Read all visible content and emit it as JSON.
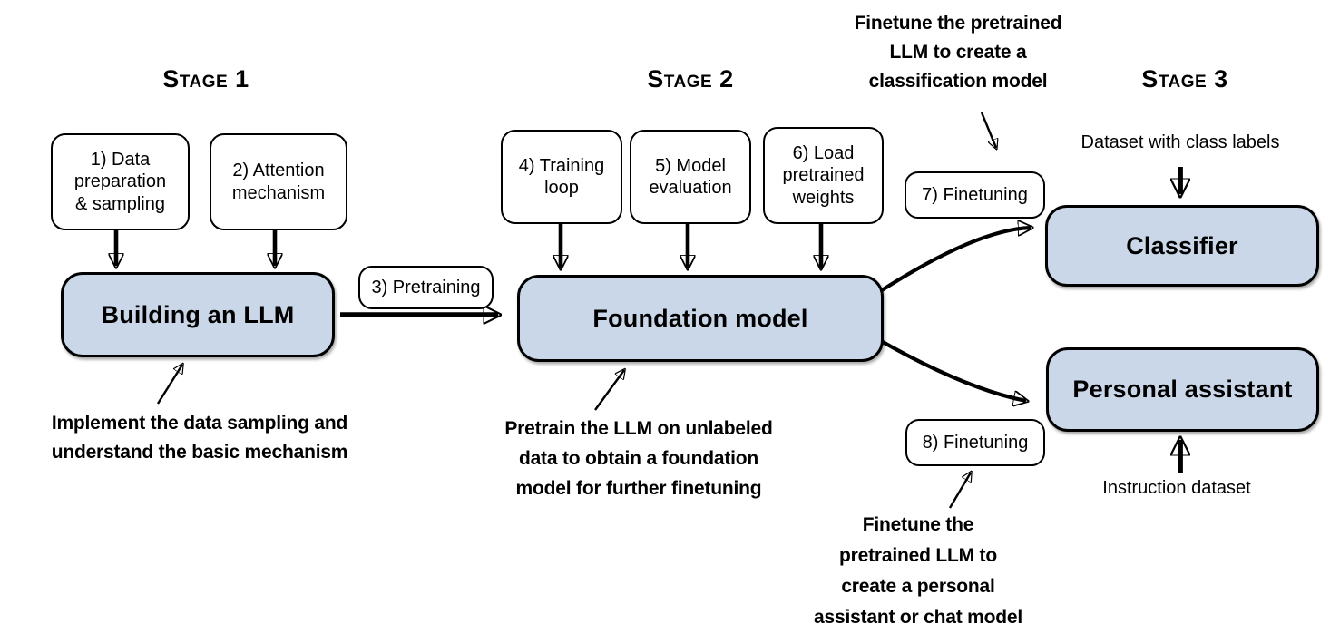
{
  "stage1": {
    "title": "Stage 1",
    "box_data_prep": "1) Data\npreparation\n& sampling",
    "box_attention": "2) Attention\nmechanism",
    "box_building": "Building an LLM",
    "annotation": "Implement the data sampling and\nunderstand the basic mechanism"
  },
  "stage2": {
    "title": "Stage 2",
    "pill_pretraining": "3) Pretraining",
    "box_training_loop": "4) Training\nloop",
    "box_model_eval": "5) Model\nevaluation",
    "box_load_weights": "6) Load\npretrained\nweights",
    "box_foundation": "Foundation model",
    "annotation": "Pretrain the LLM on unlabeled\ndata to obtain a foundation\nmodel for further finetuning"
  },
  "stage3": {
    "title": "Stage 3",
    "annotation_classification": "Finetune the pretrained\nLLM to create a\nclassification model",
    "pill_finetuning_classifier": "7) Finetuning",
    "label_dataset_class": "Dataset with class labels",
    "box_classifier": "Classifier",
    "box_personal_assistant": "Personal assistant",
    "pill_finetuning_assistant": "8) Finetuning",
    "label_instruction_dataset": "Instruction dataset",
    "annotation_assistant": "Finetune the\npretrained LLM to\ncreate a personal\nassistant or chat model"
  },
  "colors": {
    "model_box_fill": "#c9d7e8",
    "line": "#000000",
    "background": "#ffffff"
  }
}
